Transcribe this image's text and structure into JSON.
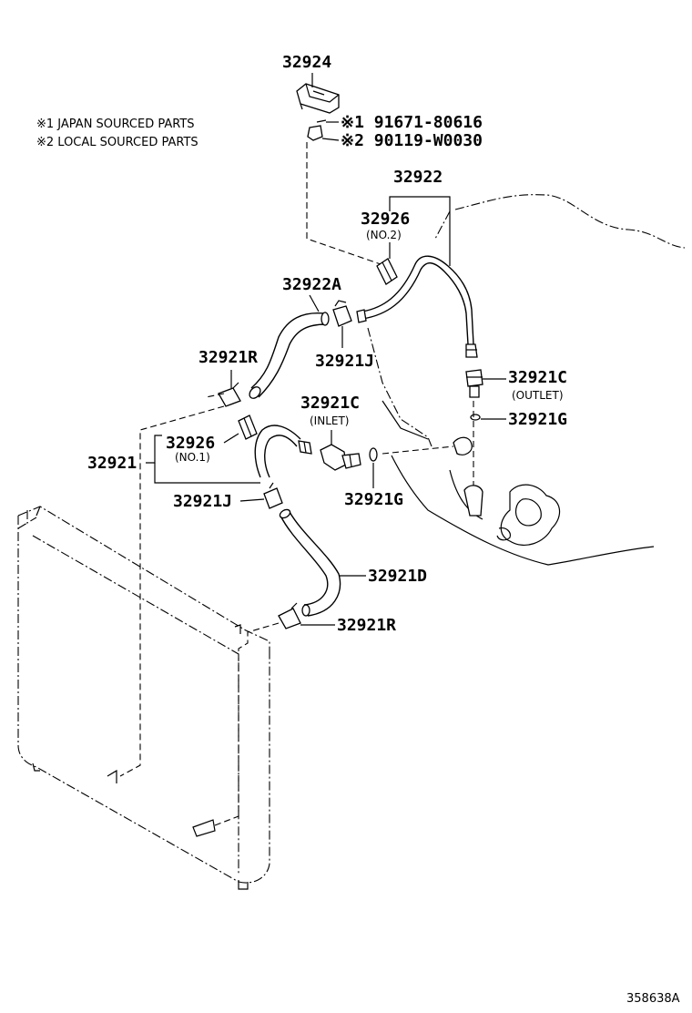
{
  "notes": {
    "japan": "※1 JAPAN SOURCED PARTS",
    "local": "※2 LOCAL SOURCED PARTS"
  },
  "labels": {
    "p32924": "32924",
    "bolt1": "※1 91671-80616",
    "bolt2": "※2 90119-W0030",
    "p32922": "32922",
    "p32926_top": "32926",
    "no2": "(NO.2)",
    "p32922A": "32922A",
    "p32921J_top": "32921J",
    "p32921R_top": "32921R",
    "p32921C_out": "32921C",
    "outlet": "(OUTLET)",
    "p32921G_right": "32921G",
    "p32921C_in": "32921C",
    "inlet": "(INLET)",
    "p32926_mid": "32926",
    "no1": "(NO.1)",
    "p32921": "32921",
    "p32921J_mid": "32921J",
    "p32921G_mid": "32921G",
    "p32921D": "32921D",
    "p32921R_bot": "32921R",
    "catalog": "358638A"
  }
}
